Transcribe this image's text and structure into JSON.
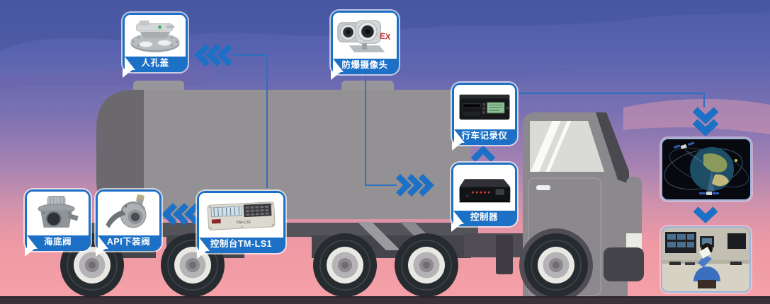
{
  "accent_color": "#1c70c5",
  "callouts": [
    {
      "id": "manhole-cover",
      "label": "人孔盖"
    },
    {
      "id": "explosion-proof-camera",
      "label": "防爆摄像头",
      "badge": "EX"
    },
    {
      "id": "driving-recorder",
      "label": "行车记录仪"
    },
    {
      "id": "controller",
      "label": "控制器"
    },
    {
      "id": "bottom-valve",
      "label": "海底阀"
    },
    {
      "id": "api-loading-valve",
      "label": "API下装阀"
    },
    {
      "id": "control-console",
      "label": "控制台TM-LS1",
      "device_marking": "TM-LS1"
    }
  ],
  "photos": [
    {
      "id": "satellite-network",
      "description": "satellite orbiting earth"
    },
    {
      "id": "monitoring-center",
      "description": "operator at control room desk"
    }
  ],
  "colors": {
    "sky_top": "#4b5aa8",
    "sky_bottom": "#f6a2a7",
    "tank": "#939194",
    "cab": "#8b898d",
    "road": "#393237",
    "callout_border": "#1c70c5"
  }
}
